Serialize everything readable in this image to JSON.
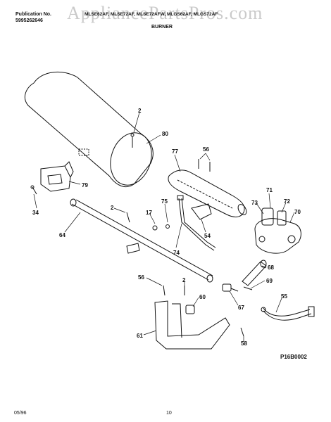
{
  "watermark": "AppliancePartsPros.com",
  "header": {
    "publication_label": "Publication No.",
    "publication_number": "5995262646",
    "models": "MLSE62AF, MLSE72AF, MLSE72AFW, MLGS62AF, MLGS72AF",
    "section_title": "BURNER"
  },
  "diagram": {
    "code": "P16B0002",
    "callouts": {
      "c2a": "2",
      "c80": "80",
      "c77": "77",
      "c56a": "56",
      "c79": "79",
      "c34": "34",
      "c2b": "2",
      "c17": "17",
      "c75": "75",
      "c54": "54",
      "c64": "64",
      "c74": "74",
      "c71": "71",
      "c73": "73",
      "c72": "72",
      "c70": "70",
      "c68": "68",
      "c69": "69",
      "c56b": "56",
      "c2c": "2",
      "c60": "60",
      "c67": "67",
      "c55": "55",
      "c61": "61",
      "c58": "58"
    }
  },
  "footer": {
    "date": "05/96",
    "page": "10"
  }
}
